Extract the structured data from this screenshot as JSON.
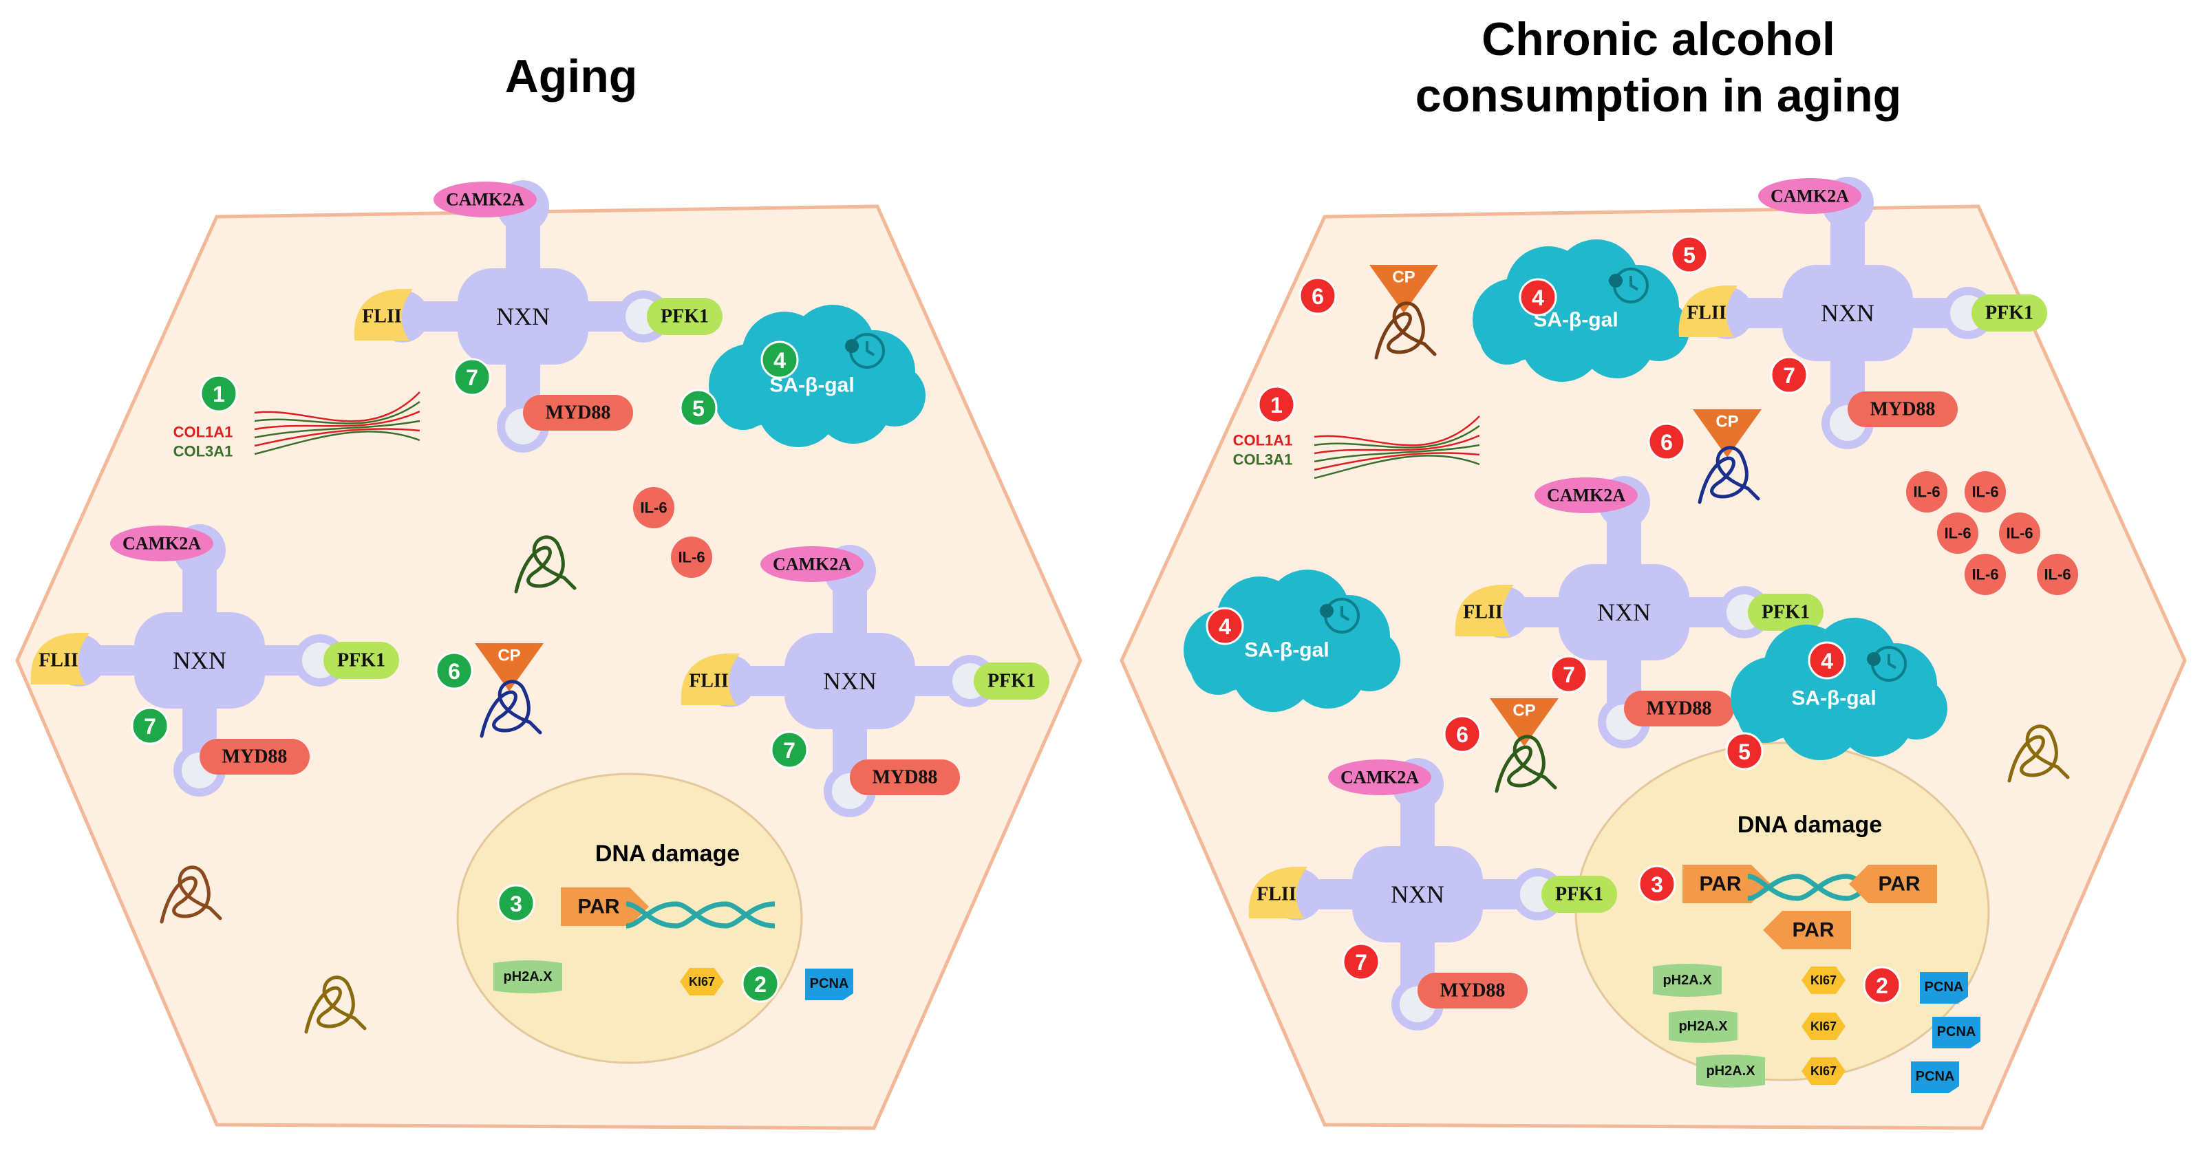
{
  "titles": {
    "left": "Aging",
    "right_line1": "Chronic alcohol",
    "right_line2": "consumption in aging"
  },
  "labels": {
    "nxn": "NXN",
    "camk2a": "CAMK2A",
    "flii": "FLII",
    "pfk1": "PFK1",
    "myd88": "MYD88",
    "il6": "IL-6",
    "cp": "CP",
    "sa_bgal": "SA-β-gal",
    "col1a1": "COL1A1",
    "col3a1": "COL3A1",
    "dna_damage": "DNA damage",
    "par": "PAR",
    "ph2ax": "pH2A.X",
    "ki67": "KI67",
    "pcna": "PCNA"
  },
  "markers": {
    "n1": "1",
    "n2": "2",
    "n3": "3",
    "n4": "4",
    "n5": "5",
    "n6": "6",
    "n7": "7"
  },
  "colors": {
    "aging_marker": "#1fa84a",
    "alcohol_marker": "#ee2a2a",
    "cell_fill": "#fdf0e3",
    "cell_stroke": "#f3b898",
    "nucleus_fill": "#faeac0",
    "nxn_body": "#c6c4f4",
    "camk2a": "#f07bc0",
    "flii": "#fbd562",
    "pfk1": "#b5e35a",
    "myd88": "#f06a5c",
    "il6": "#f0675b",
    "sa_bgal": "#22b8cc",
    "cp": "#e8732a",
    "par": "#f29a4a",
    "dna_helix": "#2aa8a8",
    "ph2ax": "#9bd48a",
    "ki67": "#f9c12d",
    "pcna": "#1b9be0",
    "col1a1": "#e01e1e",
    "col3a1": "#3a6e2a"
  },
  "icons": [
    "nxn-complex-icon",
    "sa-bgal-cloud-icon",
    "clock-icon",
    "cp-protein-icon",
    "aggregate-tangle-icon",
    "collagen-fibers-icon",
    "dna-helix-icon"
  ]
}
